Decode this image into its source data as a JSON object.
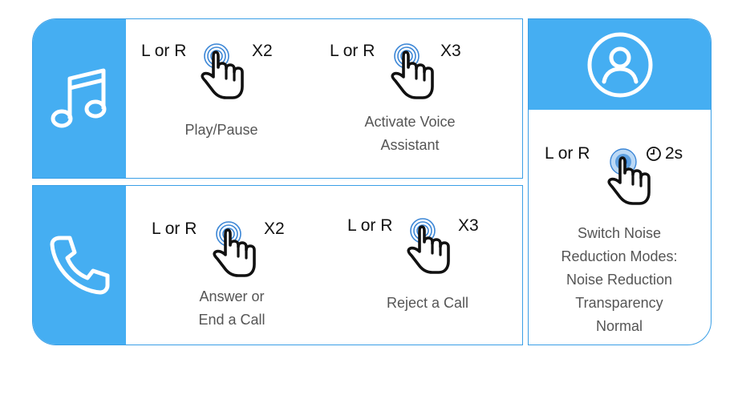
{
  "music": {
    "icon": "music-note-icon",
    "actions": [
      {
        "side": "L or R",
        "count": "X2",
        "label_lines": [
          "Play/Pause"
        ]
      },
      {
        "side": "L or R",
        "count": "X3",
        "label_lines": [
          "Activate Voice",
          "Assistant"
        ]
      }
    ]
  },
  "call": {
    "icon": "phone-icon",
    "actions": [
      {
        "side": "L or R",
        "count": "X2",
        "label_lines": [
          "Answer or",
          "End a Call"
        ]
      },
      {
        "side": "L or R",
        "count": "X3",
        "label_lines": [
          "Reject a Call"
        ]
      }
    ]
  },
  "noise": {
    "icon": "user-icon",
    "side": "L or R",
    "duration": "2s",
    "label_lines": [
      "Switch Noise",
      "Reduction Modes:",
      "Noise Reduction",
      "Transparency",
      "Normal"
    ]
  },
  "colors": {
    "accent": "#45aef2",
    "border": "#3a9fe6",
    "ripple": "#3b86d6"
  }
}
